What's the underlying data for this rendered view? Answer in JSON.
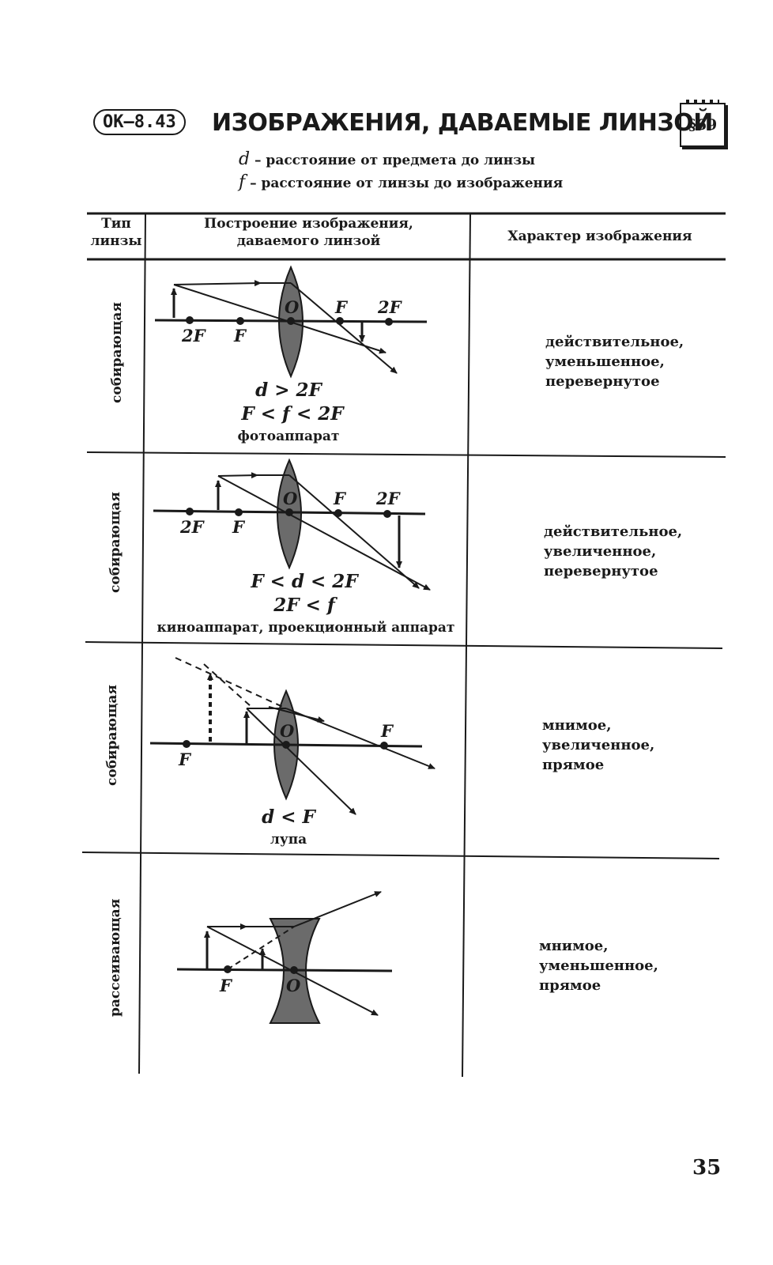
{
  "header": {
    "badge": "ОК–8.43",
    "title": "ИЗОБРАЖЕНИЯ, ДАВАЕМЫЕ ЛИНЗОЙ",
    "section": "§69"
  },
  "definitions": [
    {
      "symbol": "d",
      "text": " – расстояние от предмета до линзы"
    },
    {
      "symbol": "f",
      "text": " – расстояние от линзы до изображения"
    }
  ],
  "table": {
    "col_headers": [
      "Тип линзы",
      "Построение изображения, даваемого линзой",
      "Характер изображения"
    ],
    "col1_line1": "Тип",
    "col1_line2": "линзы",
    "col2_line1": "Построение изображения,",
    "col2_line2": "даваемого  линзой",
    "rows": [
      {
        "lens_type": "собирающая",
        "condition1": "d > 2F",
        "condition2": "F < f < 2F",
        "application": "фотоаппарат",
        "character": [
          "действительное,",
          "уменьшенное,",
          "перевернутое"
        ],
        "labels": {
          "left2F": "2F",
          "leftF": "F",
          "center": "O",
          "rightF": "F",
          "right2F": "2F"
        }
      },
      {
        "lens_type": "собирающая",
        "condition1": "F < d < 2F",
        "condition2": "2F < f",
        "application": "киноаппарат, проекционный аппарат",
        "character": [
          "действительное,",
          "увеличенное,",
          "перевернутое"
        ],
        "labels": {
          "left2F": "2F",
          "leftF": "F",
          "center": "O",
          "rightF": "F",
          "right2F": "2F"
        }
      },
      {
        "lens_type": "собирающая",
        "condition1": "d < F",
        "application": "лупа",
        "character": [
          "мнимое,",
          "увеличенное,",
          "прямое"
        ],
        "labels": {
          "leftF": "F",
          "center": "O",
          "rightF": "F"
        }
      },
      {
        "lens_type": "рассеивающая",
        "character": [
          "мнимое,",
          "уменьшенное,",
          "прямое"
        ],
        "labels": {
          "leftF": "F",
          "center": "O"
        }
      }
    ]
  },
  "page_number": "35",
  "colors": {
    "ink": "#1a1a1a",
    "lens": "#6b6b6b"
  }
}
